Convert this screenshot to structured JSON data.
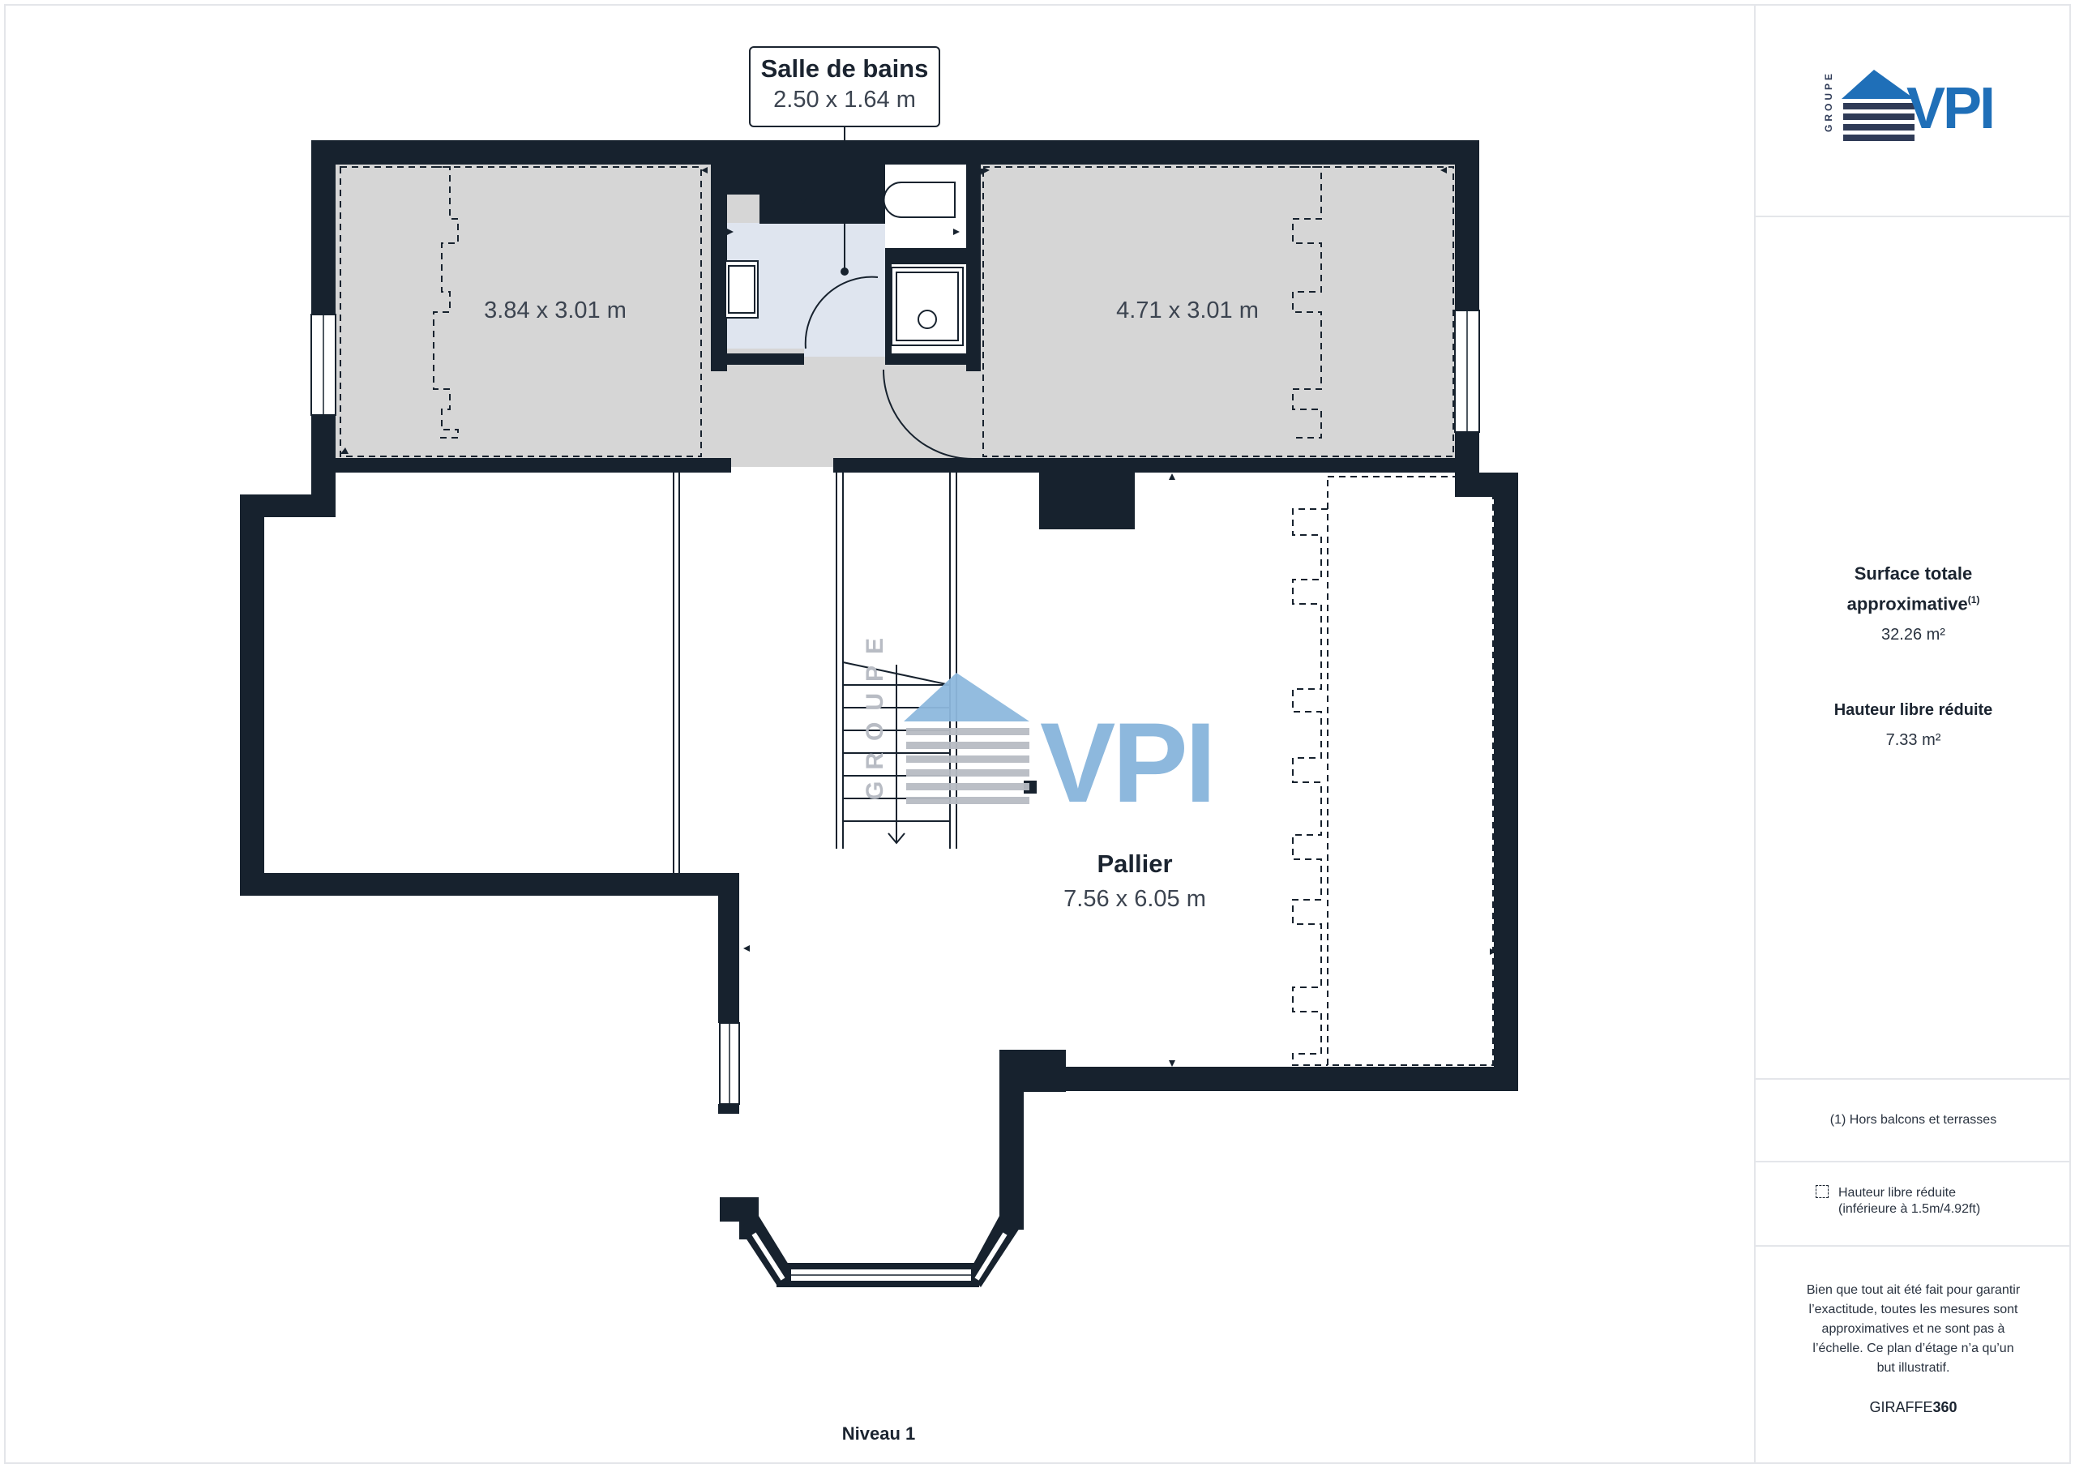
{
  "brand": {
    "group_word": "GROUPE",
    "name": "VPI",
    "navy": "#2f3b57",
    "blue": "#1f6fb8",
    "watermark_blue": "#8db8dd",
    "watermark_gray": "#b8bcc4"
  },
  "rooms": {
    "bathroom": {
      "name": "Salle de bains",
      "dims": "2.50 x 1.64 m"
    },
    "left_attic": {
      "dims": "3.84 x 3.01 m"
    },
    "right_attic": {
      "dims": "4.71 x 3.01 m"
    },
    "landing": {
      "name": "Pallier",
      "dims": "7.56 x 6.05 m"
    }
  },
  "floor_label": "Niveau 1",
  "summary": {
    "total_heading_line1": "Surface totale",
    "total_heading_line2": "approximative",
    "total_note_ref": "(1)",
    "total_value": "32.26 m²",
    "reduced_heading": "Hauteur libre réduite",
    "reduced_value": "7.33 m²"
  },
  "notes": {
    "footnote": "(1) Hors balcons et terrasses",
    "legend_line1": "Hauteur libre réduite",
    "legend_line2": "(inférieure à 1.5m/4.92ft)",
    "disclaimer_lines": [
      "Bien que tout ait été fait pour garantir",
      "l’exactitude, toutes les mesures sont",
      "approximatives et ne sont pas à",
      "l’échelle. Ce plan d’étage n’a qu’un",
      "but illustratif."
    ],
    "credit_plain": "GIRAFFE",
    "credit_bold": "360"
  },
  "colors": {
    "wall": "#17222e",
    "attic_fill": "#d6d6d6",
    "bath_fill": "#dfe5ef"
  }
}
